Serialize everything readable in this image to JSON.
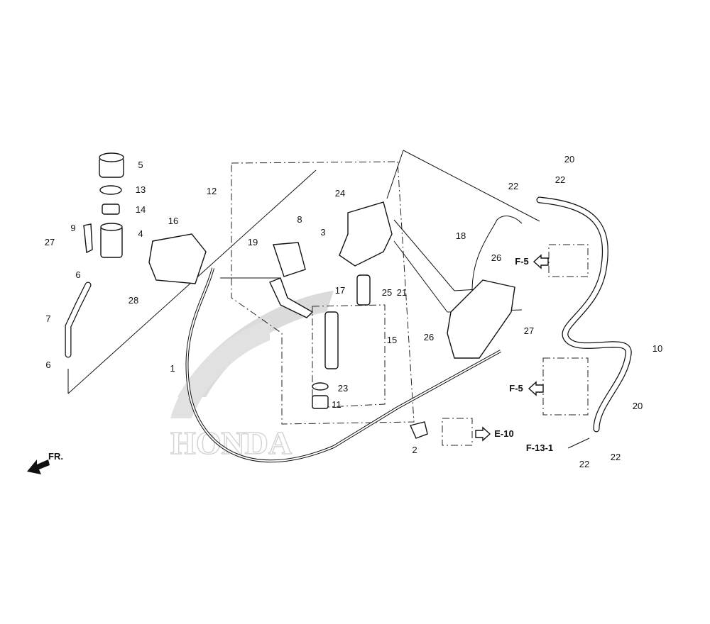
{
  "diagram": {
    "watermark": "HONDA",
    "direction_marker": "FR.",
    "part_labels": [
      "5",
      "13",
      "14",
      "4",
      "9",
      "27",
      "6",
      "7",
      "6",
      "16",
      "28",
      "12",
      "19",
      "8",
      "3",
      "24",
      "17",
      "25",
      "21",
      "15",
      "23",
      "11",
      "1",
      "2",
      "18",
      "26",
      "27",
      "26",
      "20",
      "22",
      "22",
      "10",
      "20",
      "22",
      "22"
    ],
    "reference_labels": [
      "F-5",
      "F-5",
      "E-10",
      "F-13-1"
    ]
  }
}
